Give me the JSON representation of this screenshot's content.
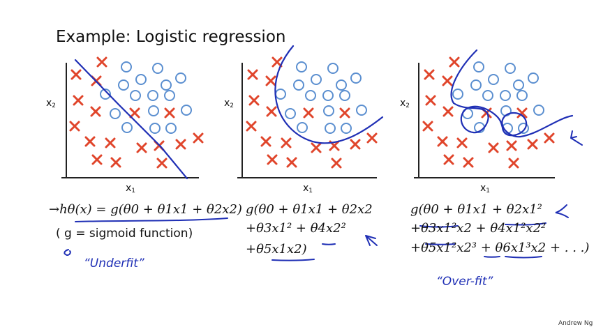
{
  "title": "Example: Logistic regression",
  "credit": "Andrew Ng",
  "axis_labels": {
    "x": "x",
    "x_sub": "1",
    "y": "x",
    "y_sub": "2"
  },
  "formulas": {
    "left_line1": "→hθ(x) = g(θ0 + θ1x1 + θ2x2)",
    "left_line2": "( g = sigmoid function)",
    "middle_line1": "g(θ0 + θ1x1 + θ2x2",
    "middle_line2": "+θ3x1² + θ4x2²",
    "middle_line3": "+θ5x1x2)",
    "right_line1": "g(θ0 + θ1x1 + θ2x1²",
    "right_line2": "+θ3x1²x2 + θ4x1²x2²",
    "right_line3": "+θ5x1²x2³ + θ6x1³x2 + . . .)"
  },
  "annotations": {
    "underfit": "“Underfit”",
    "overfit": "“Over-fit”"
  },
  "colors": {
    "cross": "#e0452b",
    "circle": "#5b8fd0",
    "ink": "#1f2fb5",
    "axis": "#222222"
  }
}
